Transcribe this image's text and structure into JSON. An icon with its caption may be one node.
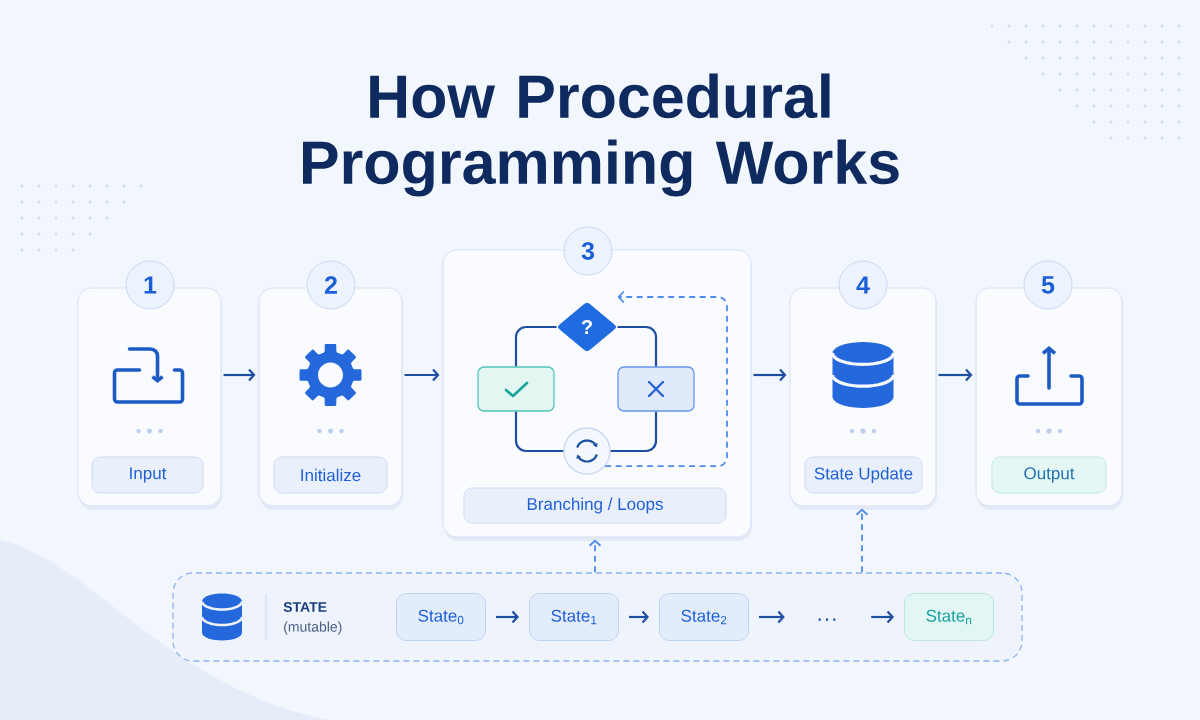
{
  "diagram": {
    "title": "How Procedural Programming Works",
    "nodes": [
      {
        "text": [
          "1",
          "Input"
        ]
      },
      {
        "text": [
          "2",
          "Initialize"
        ]
      },
      {
        "text": [
          "3",
          "Branching / Loops"
        ]
      },
      {
        "text": [
          "?"
        ],
        "in": 2
      },
      {
        "text": [],
        "shape": "box",
        "in": 2
      },
      {
        "text": [],
        "shape": "box",
        "in": 2
      },
      {
        "text": [],
        "shape": "circle",
        "in": 2
      },
      {
        "text": [
          "4",
          "State Update"
        ]
      },
      {
        "text": [
          "5",
          "Output"
        ]
      },
      {
        "text": [
          "STATE",
          "(mutable)"
        ]
      },
      {
        "text": [
          "State$_{0}$"
        ],
        "in": 9
      },
      {
        "text": [
          "State$_{1}$"
        ],
        "in": 9
      },
      {
        "text": [
          "State$_{2}$"
        ],
        "in": 9
      },
      {
        "text": [
          "···"
        ],
        "in": 9
      },
      {
        "text": [
          "State$_{n}$"
        ],
        "in": 9
      }
    ],
    "edges": [
      {
        "from": 0,
        "to": 1,
        "arrow": "to"
      },
      {
        "from": 1,
        "to": 2,
        "arrow": "to"
      },
      {
        "from": 2,
        "to": 7,
        "arrow": "to"
      },
      {
        "from": 7,
        "to": 8,
        "arrow": "to"
      },
      {
        "from": 3,
        "to": 4,
        "arrow": "none"
      },
      {
        "from": 3,
        "to": 5,
        "arrow": "none"
      },
      {
        "from": 4,
        "to": 6,
        "arrow": "none"
      },
      {
        "from": 5,
        "to": 6,
        "arrow": "none"
      },
      {
        "from": 6,
        "to": 3,
        "arrow": "to",
        "style": "dashed",
        "color": "#4d8bea"
      },
      {
        "from": 9,
        "to": 2,
        "arrow": "to",
        "style": "dashed",
        "color": "#4d8bea"
      },
      {
        "from": 9,
        "to": 7,
        "arrow": "to",
        "style": "dashed",
        "color": "#4d8bea"
      },
      {
        "from": 10,
        "to": 11,
        "arrow": "to"
      },
      {
        "from": 11,
        "to": 12,
        "arrow": "to"
      },
      {
        "from": 12,
        "to": 13,
        "arrow": "to"
      },
      {
        "from": 13,
        "to": 14,
        "arrow": "to"
      }
    ]
  }
}
